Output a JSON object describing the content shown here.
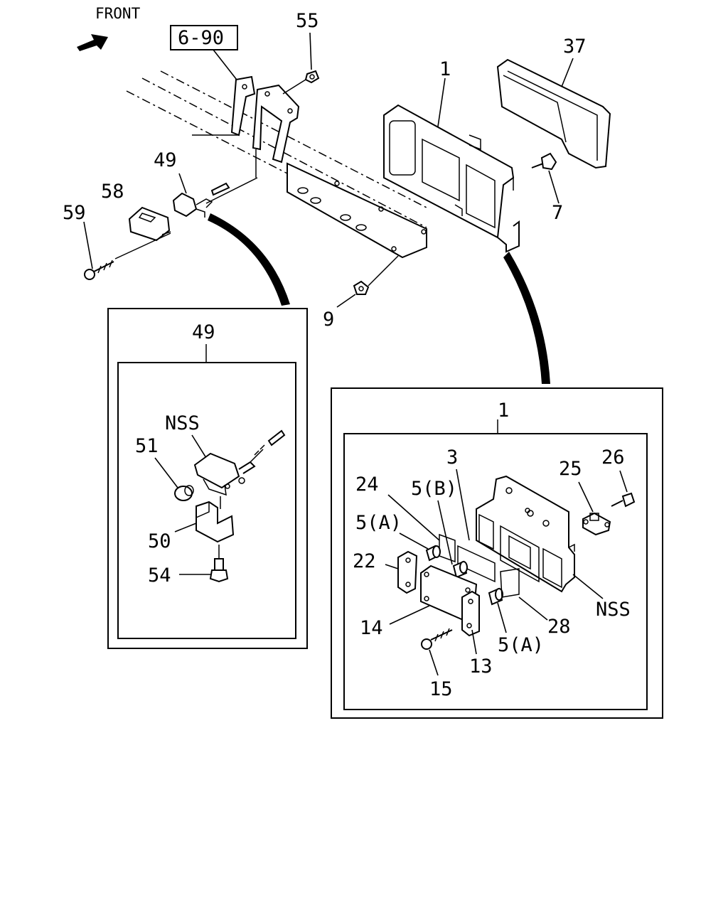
{
  "front_label": "FRONT",
  "ref_box": "6-90",
  "labels": {
    "p55": "55",
    "p37": "37",
    "p1": "1",
    "p49": "49",
    "p58": "58",
    "p59": "59",
    "p7": "7",
    "p9": "9",
    "inset_left_title": "49",
    "nss_left": "NSS",
    "p51": "51",
    "p50": "50",
    "p54": "54",
    "inset_right_title": "1",
    "p3": "3",
    "p24": "24",
    "p5b": "5(B)",
    "p5a_1": "5(A)",
    "p22": "22",
    "p14": "14",
    "p13": "13",
    "p15": "15",
    "p5a_2": "5(A)",
    "p28": "28",
    "nss_right": "NSS",
    "p25": "25",
    "p26": "26"
  }
}
